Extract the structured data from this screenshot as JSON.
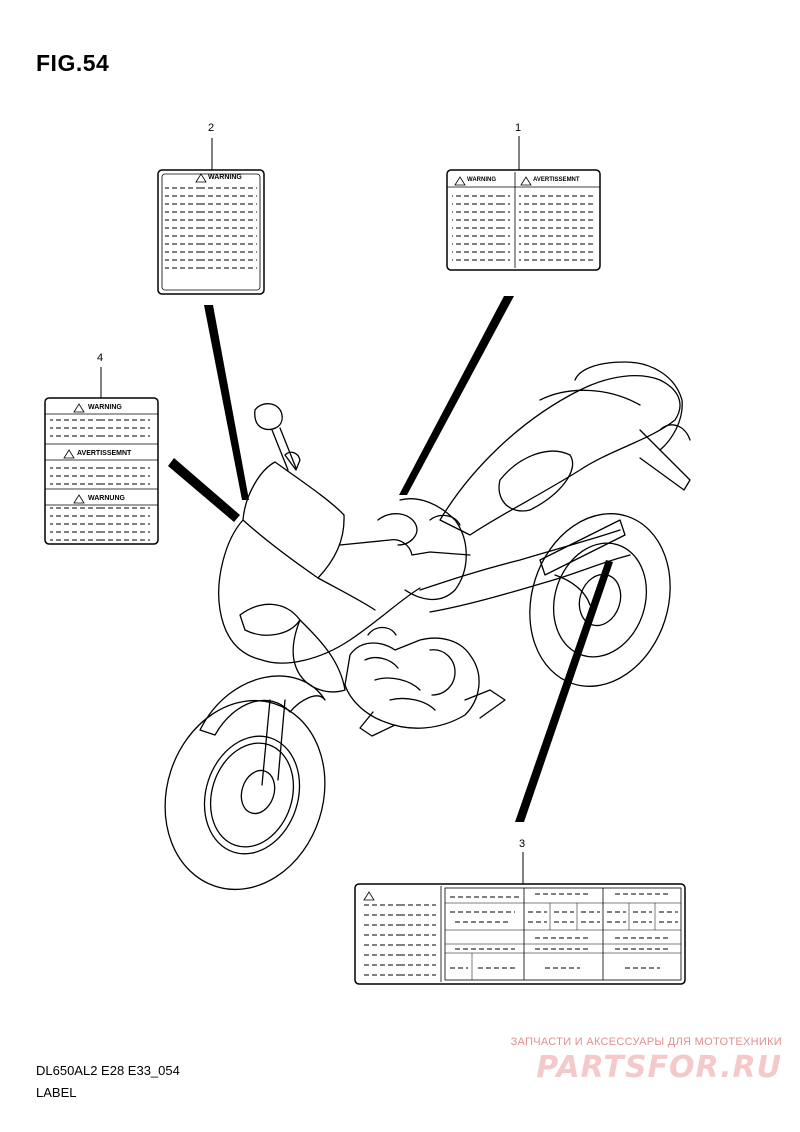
{
  "figure": {
    "title": "FIG.54"
  },
  "callouts": [
    {
      "number": "1"
    },
    {
      "number": "2"
    },
    {
      "number": "3"
    },
    {
      "number": "4"
    }
  ],
  "labels": {
    "label_1": {
      "left_heading": "WARNING",
      "right_heading": "AVERTISSEMNT"
    },
    "label_2": {
      "heading": "WARNING"
    },
    "label_4": {
      "headings": [
        "WARNING",
        "AVERTISSEMNT",
        "WARNUNG"
      ]
    }
  },
  "footer": {
    "model_code": "DL650AL2 E28 E33_054",
    "diagram_name": "LABEL"
  },
  "watermark": {
    "tagline": "ЗАПЧАСТИ И АКСЕССУАРЫ ДЛЯ МОТОТЕХНИКИ",
    "logo": "PARTSFOR.RU"
  },
  "colors": {
    "line": "#000000",
    "watermark_text": "#e08f8f",
    "watermark_logo": "#f3c9c9"
  }
}
